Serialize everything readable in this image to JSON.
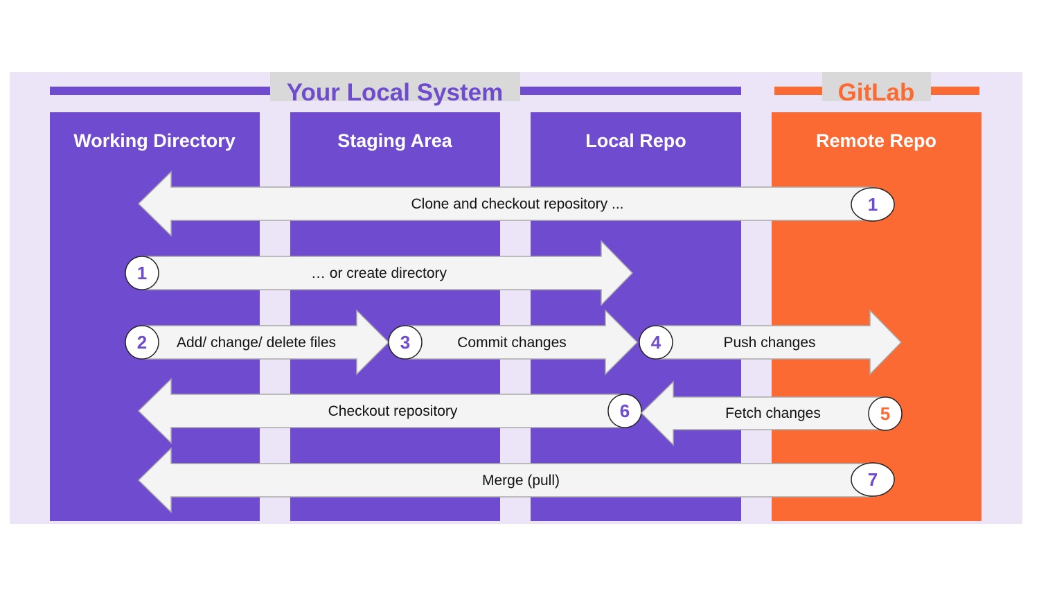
{
  "colors": {
    "purple": "#6f4bcf",
    "orange": "#fc6a34",
    "panel_bg": "#ece4f7",
    "label_box": "#d9d9d9",
    "arrow_fill": "#f4f4f4"
  },
  "groups": {
    "local": {
      "title": "Your Local System"
    },
    "remote": {
      "title": "GitLab"
    }
  },
  "columns": [
    {
      "label": "Working Directory"
    },
    {
      "label": "Staging Area"
    },
    {
      "label": "Local Repo"
    },
    {
      "label": "Remote Repo"
    }
  ],
  "arrows": [
    {
      "step": "1",
      "label": "Clone and checkout repository ...",
      "direction": "left"
    },
    {
      "step": "1",
      "label": "… or create directory",
      "direction": "right"
    },
    {
      "step": "2",
      "label": "Add/ change/ delete files",
      "direction": "right"
    },
    {
      "step": "3",
      "label": "Commit changes",
      "direction": "right"
    },
    {
      "step": "4",
      "label": "Push changes",
      "direction": "right"
    },
    {
      "step": "6",
      "label": "Checkout repository",
      "direction": "left"
    },
    {
      "step": "5",
      "label": "Fetch changes",
      "direction": "left"
    },
    {
      "step": "7",
      "label": "Merge (pull)",
      "direction": "left"
    }
  ]
}
